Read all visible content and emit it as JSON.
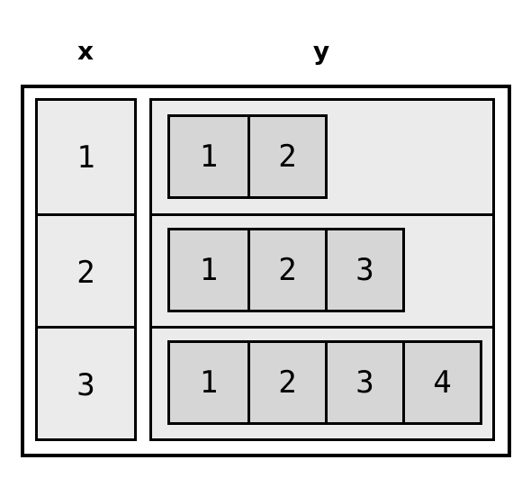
{
  "headers": {
    "x": "x",
    "y": "y"
  },
  "rows": [
    {
      "x": "1",
      "y": [
        "1",
        "2"
      ]
    },
    {
      "x": "2",
      "y": [
        "1",
        "2",
        "3"
      ]
    },
    {
      "x": "3",
      "y": [
        "1",
        "2",
        "3",
        "4"
      ]
    }
  ],
  "colors": {
    "outline": "#000000",
    "column_fill": "#ebebeb",
    "vector_fill": "#d6d6d6",
    "background": "#ffffff"
  }
}
